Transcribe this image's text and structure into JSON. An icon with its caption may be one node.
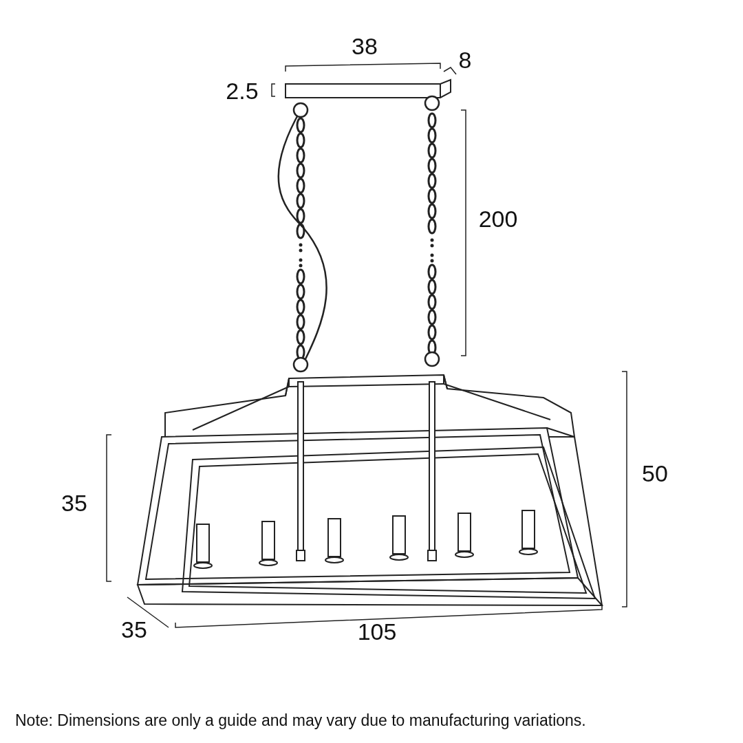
{
  "diagram": {
    "labels": [
      "38",
      "8",
      "2.5",
      "200",
      "50",
      "35",
      "35",
      "105",
      "Note: Dimensions are only a guide and may vary due to manufacturing variations."
    ]
  }
}
